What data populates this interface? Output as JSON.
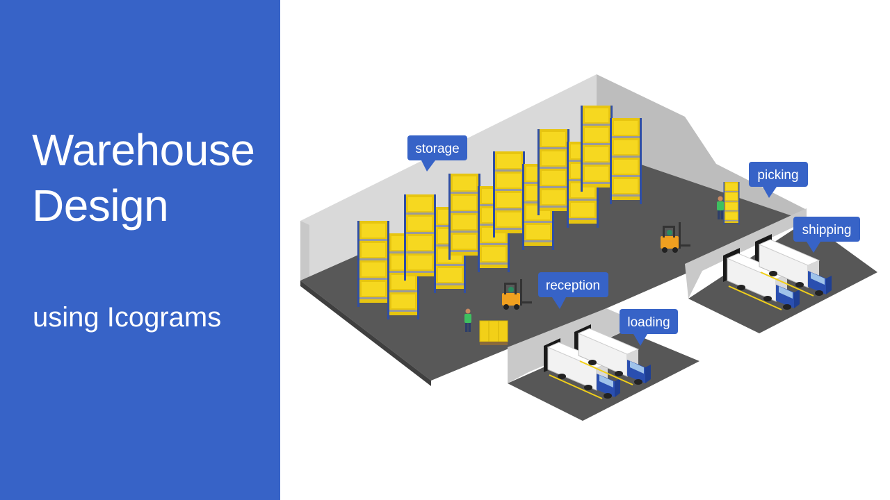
{
  "title_lines": [
    "Warehouse",
    "Design"
  ],
  "subtitle": "using Icograms",
  "labels": {
    "storage": "storage",
    "picking": "picking",
    "shipping": "shipping",
    "reception": "reception",
    "loading": "loading"
  },
  "colors": {
    "panel": "#3763c7",
    "floor": "#585858",
    "wall_light": "#d9d9d9",
    "wall_mid": "#bdbdbd",
    "box_yellow": "#f2d018",
    "rack_blue": "#2f4ea5",
    "callout": "#3763c7",
    "truck_cab": "#2a4fb0"
  },
  "icons": [
    "shelf-rack-icon",
    "forklift-icon",
    "worker-icon",
    "truck-icon",
    "pallet-icon",
    "callout-pin-icon"
  ]
}
